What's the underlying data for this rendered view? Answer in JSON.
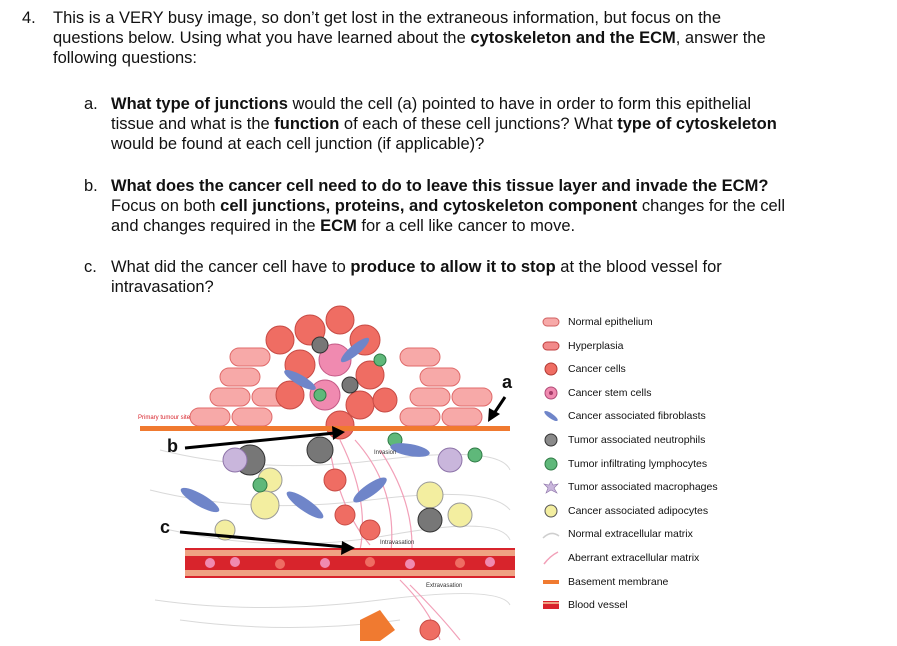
{
  "question": {
    "number": "4.",
    "line1a": "This is a VERY busy image, so don’t get lost in the extraneous information, but focus on the",
    "line2a": "questions below. Using what you have learned about the ",
    "line2b": "cytoskeleton and the ECM",
    "line2c": ", answer the",
    "line3": "following questions:"
  },
  "parts": {
    "a": {
      "label": "a.",
      "l1a": "What type of junctions",
      "l1b": " would the cell (a) pointed to have in order to form this epithelial",
      "l2a": "tissue and what is the ",
      "l2b": "function",
      "l2c": " of each of these cell junctions? What ",
      "l2d": "type of cytoskeleton",
      "l3": "would be found at each cell junction (if applicable)?"
    },
    "b": {
      "label": "b.",
      "l1": "What does the cancer cell need to do to leave this tissue layer and invade the ECM?",
      "l2a": "Focus on both ",
      "l2b": "cell junctions, proteins, and cytoskeleton component",
      "l2c": " changes for the cell",
      "l3a": "and changes required in the ",
      "l3b": "ECM",
      "l3c": " for a cell like cancer to move."
    },
    "c": {
      "label": "c.",
      "l1a": "What did the cancer cell have to ",
      "l1b": "produce to allow it to stop",
      "l1c": " at the blood vessel for",
      "l2": "intravasation?"
    }
  },
  "figure": {
    "label_a": "a",
    "label_b": "b",
    "label_c": "c",
    "primary_site": "Primary tumour site",
    "invasion": "Invasion",
    "intravasation": "Intravasation",
    "extravasation": "Extravasation"
  },
  "legend": [
    {
      "icon": "normal-epithelium-icon",
      "label": "Normal epithelium",
      "color": "#f7a9a8"
    },
    {
      "icon": "hyperplasia-icon",
      "label": "Hyperplasia",
      "color": "#f28a8a"
    },
    {
      "icon": "cancer-cell-icon",
      "label": "Cancer cells",
      "color": "#ef6d63"
    },
    {
      "icon": "cancer-stem-cell-icon",
      "label": "Cancer stem cells",
      "color": "#f08ab0"
    },
    {
      "icon": "fibroblast-icon",
      "label": "Cancer associated fibroblasts",
      "color": "#6f85c9"
    },
    {
      "icon": "neutrophil-icon",
      "label": "Tumor associated neutrophils",
      "color": "#8a8a8a"
    },
    {
      "icon": "lymphocyte-icon",
      "label": "Tumor infiltrating  lymphocytes",
      "color": "#5fb87a"
    },
    {
      "icon": "macrophage-icon",
      "label": "Tumor associated macrophages",
      "color": "#c9b6dc"
    },
    {
      "icon": "adipocyte-icon",
      "label": "Cancer associated adipocytes",
      "color": "#f3eea0"
    },
    {
      "icon": "normal-ecm-icon",
      "label": "Normal extracellular matrix",
      "color": "#cfcfcf"
    },
    {
      "icon": "aberrant-ecm-icon",
      "label": "Aberrant extracellular matrix",
      "color": "#f2a0b8"
    },
    {
      "icon": "basement-membrane-icon",
      "label": "Basement membrane",
      "color": "#f07a30"
    },
    {
      "icon": "blood-vessel-icon",
      "label": "Blood vessel",
      "color": "#d8242c"
    }
  ]
}
